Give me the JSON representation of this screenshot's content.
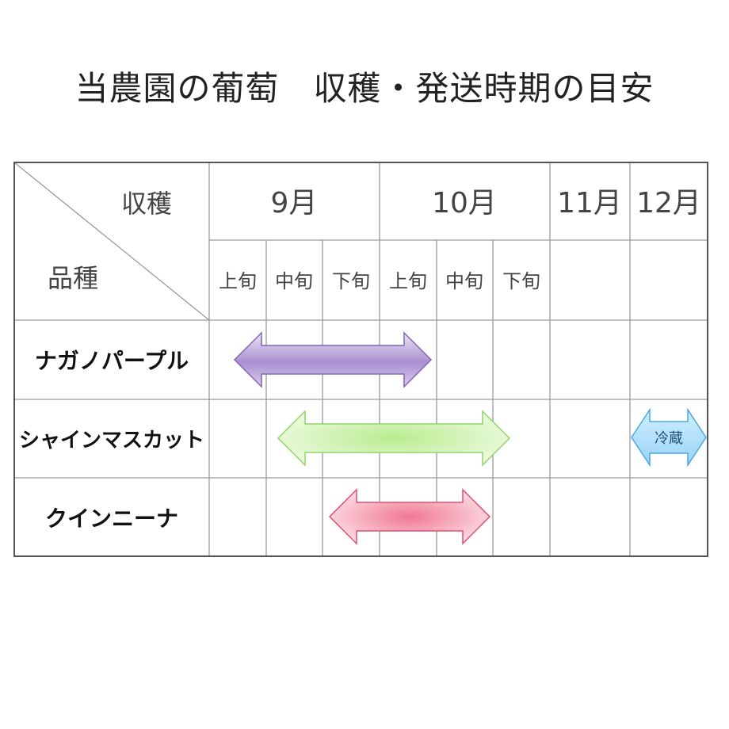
{
  "title": "当農園の葡萄　収穫・発送時期の目安",
  "corner": {
    "top_label": "収穫",
    "bottom_label": "品種"
  },
  "months": [
    "9月",
    "10月",
    "11月",
    "12月"
  ],
  "periods": [
    "上旬",
    "中旬",
    "下旬",
    "上旬",
    "中旬",
    "下旬"
  ],
  "varieties": [
    {
      "name": "ナガノパープル",
      "color": "#a98fd0"
    },
    {
      "name": "シャインマスカット",
      "color": "#b9ec8e"
    },
    {
      "name": "クインニーナ",
      "color": "#f07892"
    }
  ],
  "storage_label": "冷蔵",
  "colors": {
    "storage": "#9ad3f5",
    "grid": "#9a9a9a"
  }
}
